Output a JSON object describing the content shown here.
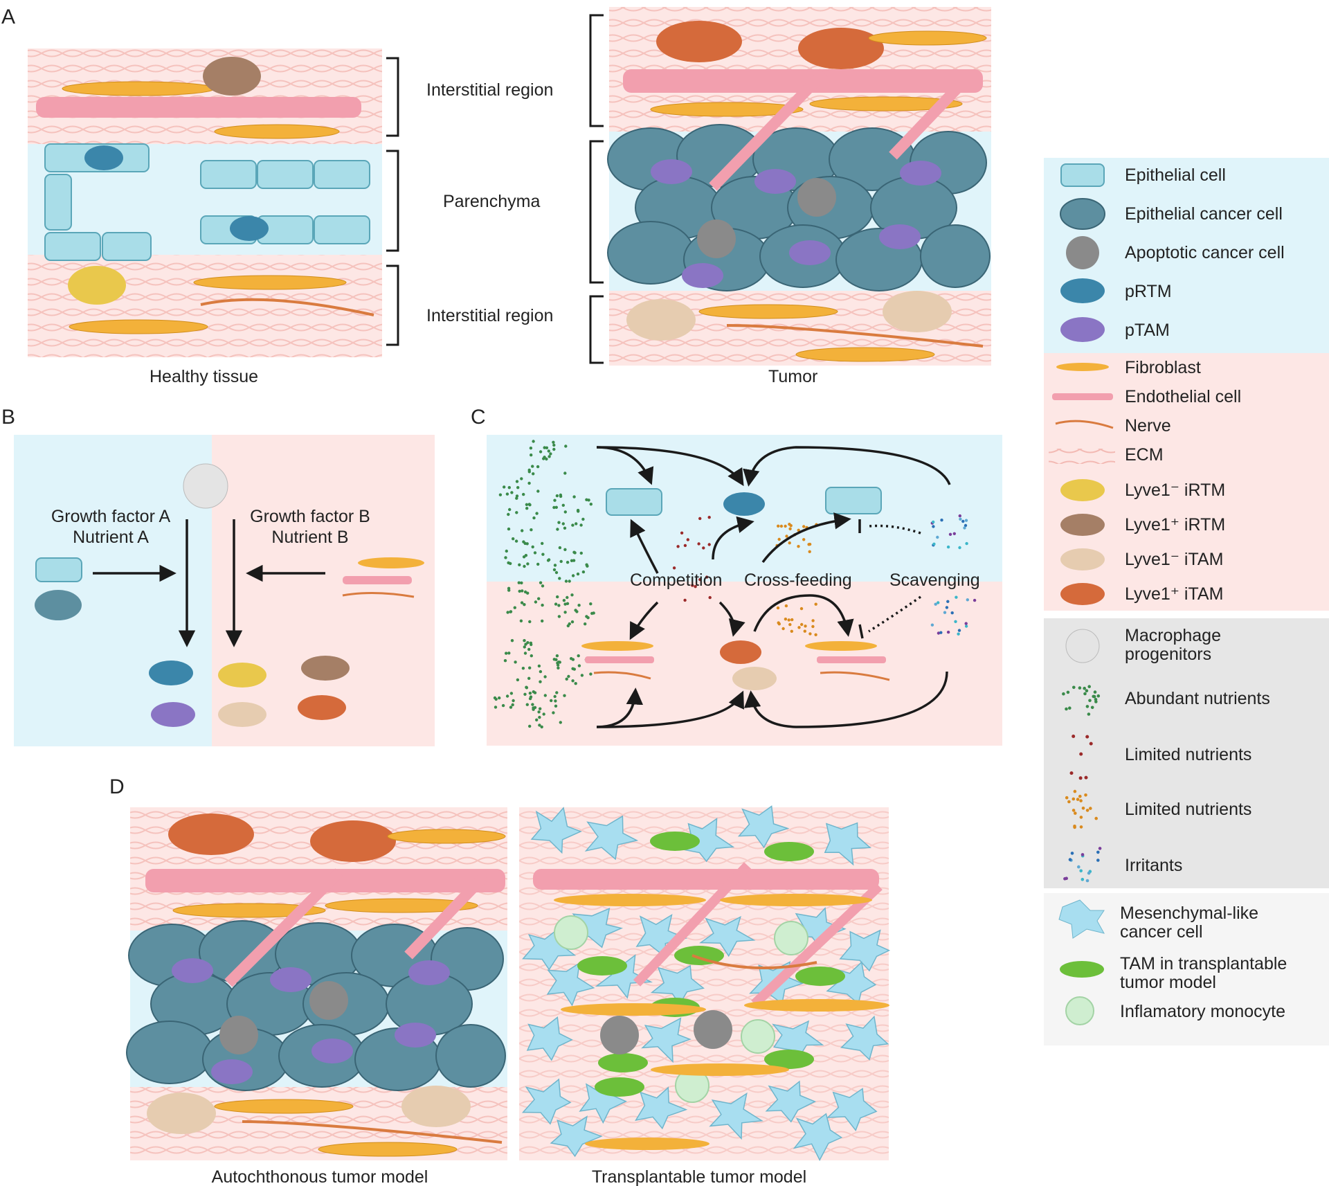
{
  "panels": {
    "a": {
      "letter": "A",
      "healthy_caption": "Healthy tissue",
      "tumor_caption": "Tumor",
      "healthy_labels": [
        "Interstitial region",
        "Parenchyma",
        "Interstitial region"
      ]
    },
    "b": {
      "letter": "B",
      "left_line1": "Growth factor A",
      "left_line2": "Nutrient A",
      "right_line1": "Growth factor B",
      "right_line2": "Nutrient B"
    },
    "c": {
      "letter": "C",
      "competition": "Competition",
      "cross_feeding": "Cross-feeding",
      "scavenging": "Scavenging"
    },
    "d": {
      "letter": "D",
      "autochthonous": "Autochthonous tumor model",
      "transplantable": "Transplantable tumor model"
    }
  },
  "legend": {
    "epithelial_cell": "Epithelial cell",
    "epithelial_cancer_cell": "Epithelial cancer cell",
    "apoptotic_cancer_cell": "Apoptotic cancer cell",
    "prtm": "pRTM",
    "ptam": "pTAM",
    "fibroblast": "Fibroblast",
    "endothelial_cell": "Endothelial cell",
    "nerve": "Nerve",
    "ecm": "ECM",
    "lyve_neg_irtm": "Lyve1⁻ iRTM",
    "lyve_pos_irtm": "Lyve1⁺ iRTM",
    "lyve_neg_itam": "Lyve1⁻ iTAM",
    "lyve_pos_itam": "Lyve1⁺ iTAM",
    "macrophage_prog_1": "Macrophage",
    "macrophage_prog_2": "progenitors",
    "abundant_nutrients": "Abundant nutrients",
    "limited_nutrients_red": "Limited nutrients",
    "limited_nutrients_orange": "Limited nutrients",
    "irritants": "Irritants",
    "mesenchymal_1": "Mesenchymal-like",
    "mesenchymal_2": "cancer cell",
    "tam_trans_1": "TAM in transplantable",
    "tam_trans_2": "tumor model",
    "inflammatory_monocyte": "Inflamatory monocyte"
  },
  "colors": {
    "interstitial_bg": "#fde7e5",
    "parenchyma_bg": "#e0f4fa",
    "legend_gray": "#e6e6e6",
    "legend_light": "#f5f5f5",
    "epithelial": "#a9dde8",
    "cancer": "#5d8fa0",
    "fibroblast": "#f3b13a",
    "endothelial": "#f29fae",
    "nerve": "#d97b3f",
    "prtm": "#3b86aa",
    "ptam": "#8a75c4",
    "lyve_neg_irtm": "#e9c84c",
    "lyve_pos_irtm": "#a57f66",
    "lyve_neg_itam": "#e6ccb0",
    "lyve_pos_itam": "#d56a3b",
    "abundant": "#3a8a4a",
    "limited_red": "#9b2a2a",
    "limited_orange": "#d98a1e",
    "mesenchymal": "#a8def0",
    "tam_trans": "#6cbf3a",
    "monocyte": "#cfeed0"
  }
}
